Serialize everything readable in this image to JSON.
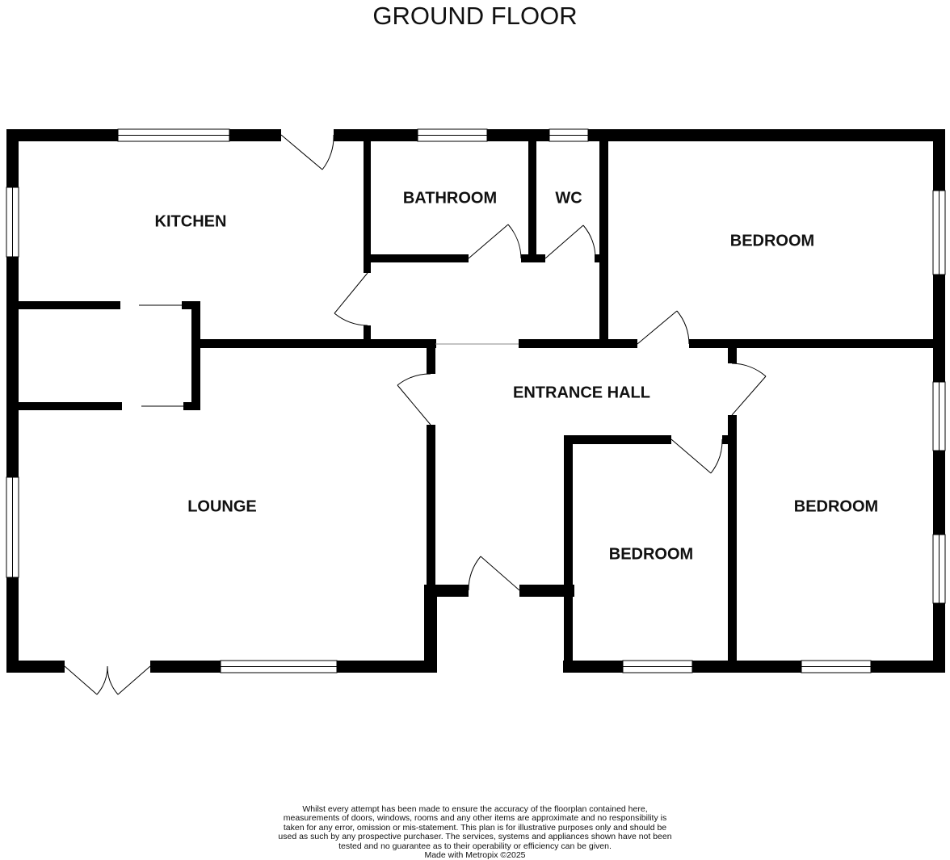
{
  "title": "GROUND FLOOR",
  "rooms": {
    "kitchen": "KITCHEN",
    "bathroom": "BATHROOM",
    "wc": "WC",
    "bedroom_1": "BEDROOM",
    "entrance_hall": "ENTRANCE HALL",
    "lounge": "LOUNGE",
    "bedroom_2": "BEDROOM",
    "bedroom_3": "BEDROOM"
  },
  "disclaimer": "Whilst every attempt has been made to ensure the accuracy of the floorplan contained here, measurements of doors, windows, rooms and any other items are approximate and no responsibility is taken for any error, omission or mis-statement. This plan is for illustrative purposes only and should be used as such by any prospective purchaser. The services, systems and appliances shown have not been tested and no guarantee as to their operability or efficiency can be given.",
  "credit": "Made with Metropix ©2025",
  "colors": {
    "wall": "#000000",
    "background": "#ffffff",
    "window": "#ffffff"
  }
}
